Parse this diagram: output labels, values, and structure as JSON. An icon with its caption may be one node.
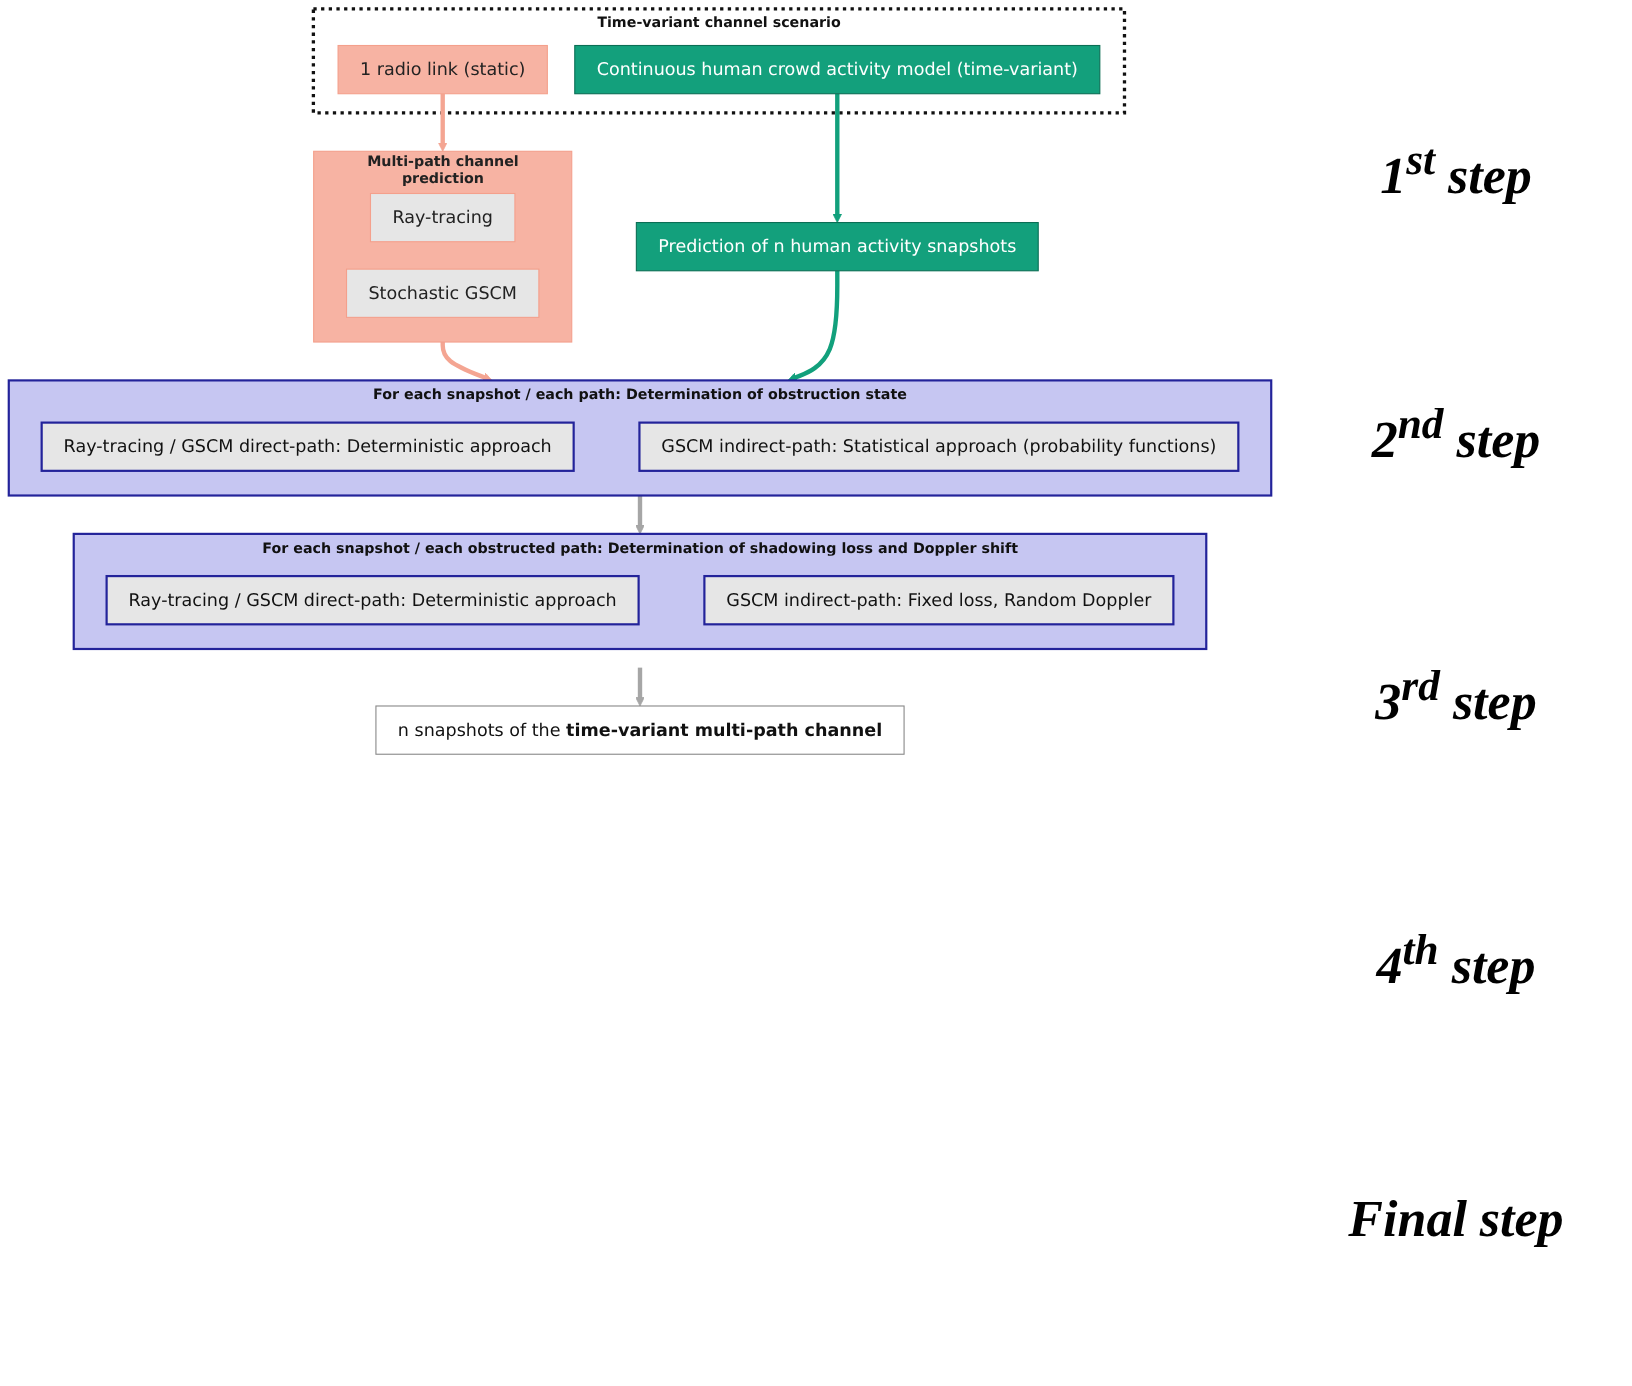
{
  "diagram": {
    "nodes": [
      {
        "text": [
          "Time-variant channel scenario"
        ]
      },
      {
        "text": [
          "1 radio link (static)"
        ],
        "in": 0
      },
      {
        "text": [
          "Continuous human crowd activity model (time-variant)"
        ],
        "in": 0
      },
      {
        "text": [
          "Multi-path channel prediction"
        ]
      },
      {
        "text": [
          "Ray-tracing"
        ],
        "in": 3
      },
      {
        "text": [
          "Stochastic GSCM"
        ],
        "in": 3
      },
      {
        "text": [
          "Prediction of n human activity snapshots"
        ]
      },
      {
        "text": [
          "For each snapshot / each path: Determination of obstruction state"
        ]
      },
      {
        "text": [
          "Ray-tracing / GSCM direct-path: Deterministic approach"
        ],
        "in": 7
      },
      {
        "text": [
          "GSCM indirect-path: Statistical approach (probability functions)"
        ],
        "in": 7
      },
      {
        "text": [
          "For each snapshot / each obstructed path: Determination of shadowing loss and Doppler shift"
        ]
      },
      {
        "text": [
          "Ray-tracing / GSCM direct-path: Deterministic approach"
        ],
        "in": 10
      },
      {
        "text": [
          "GSCM indirect-path: Fixed loss, Random Doppler"
        ],
        "in": 10
      },
      {
        "text": [
          "n snapshots of the **time-variant multi-path channel**"
        ]
      }
    ],
    "edges": [
      {
        "from": 1,
        "to": 3,
        "arrow": "to",
        "color": "#f4a592"
      },
      {
        "from": 2,
        "to": 6,
        "arrow": "to",
        "color": "#12a07c"
      },
      {
        "from": 3,
        "to": 7,
        "arrow": "to",
        "color": "#f4a592"
      },
      {
        "from": 6,
        "to": 7,
        "arrow": "to",
        "color": "#12a07c"
      },
      {
        "from": 7,
        "to": 10,
        "arrow": "to",
        "color": "#a6a6a6"
      },
      {
        "from": 10,
        "to": 13,
        "arrow": "to",
        "color": "#a6a6a6"
      }
    ],
    "labels": [
      "1$^{st}$ step",
      "2$^{nd}$ step",
      "3$^{rd}$ step",
      "4$^{th}$ step",
      "Final step"
    ]
  }
}
